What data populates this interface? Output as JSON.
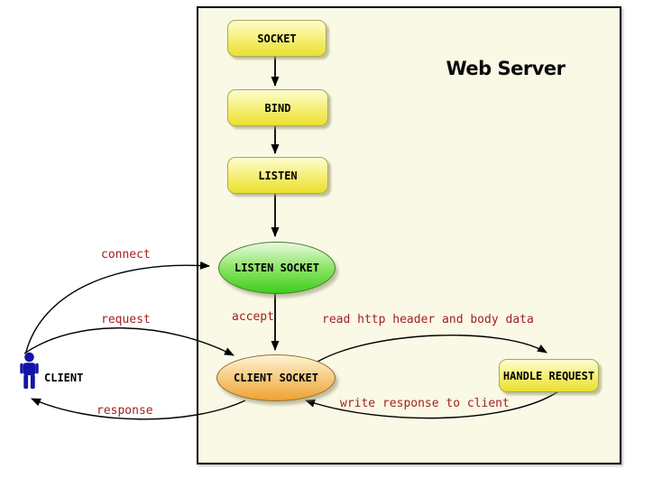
{
  "diagram": {
    "title": "Web Server",
    "nodes": {
      "socket": "SOCKET",
      "bind": "BIND",
      "listen": "LISTEN",
      "listen_socket": "LISTEN SOCKET",
      "client_socket": "CLIENT SOCKET",
      "handle_request": "HANDLE REQUEST",
      "client": "CLIENT"
    },
    "edge_labels": {
      "connect": "connect",
      "request": "request",
      "response": "response",
      "accept": "accept",
      "read_http": "read http header and body data",
      "write_response": "write response to client"
    },
    "icons": {
      "client": "person-icon"
    },
    "colors": {
      "page_background": "#ffffff",
      "server_background": "#f9f9e6",
      "server_border": "#000000",
      "process_box_top": "#fdfdd0",
      "process_box_bottom": "#ebdf2e",
      "process_box_border": "#a9a953",
      "listen_socket_top": "#e9fadf",
      "listen_socket_bottom": "#3ecd1d",
      "listen_socket_border": "#4d7a2e",
      "client_socket_top": "#fdf3d3",
      "client_socket_bottom": "#eea231",
      "client_socket_border": "#8d7136",
      "edge_label_color": "#a32020",
      "arrow_color": "#000000",
      "person_color": "#1414a6",
      "title_color": "#0a0a0a"
    }
  }
}
